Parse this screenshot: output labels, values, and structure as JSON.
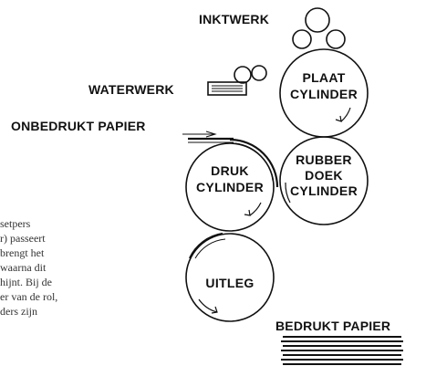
{
  "labels": {
    "inktwerk": "INKTWERK",
    "waterwerk": "WATERWERK",
    "onbedrukt_papier": "ONBEDRUKT PAPIER",
    "bedrukt_papier": "BEDRUKT PAPIER"
  },
  "cylinders": {
    "plaat": [
      "PLAAT",
      "CYLINDER"
    ],
    "rubberdoek": [
      "RUBBER",
      "DOEK",
      "CYLINDER"
    ],
    "druk": [
      "DRUK",
      "CYLINDER"
    ],
    "uitleg": "UITLEG"
  },
  "body_text_lines": [
    "setpers",
    "r) passeert",
    "brengt het",
    "waarna dit",
    "hijnt. Bij de",
    "er van de rol,",
    "ders zijn"
  ],
  "colors": {
    "ink": "#111111",
    "text": "#333333",
    "background": "#ffffff"
  }
}
